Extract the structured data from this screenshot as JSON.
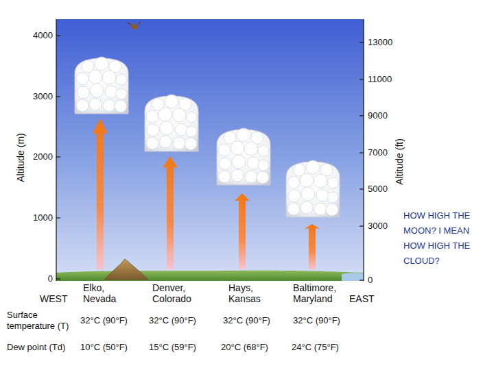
{
  "diagram": {
    "labels": [
      "4000",
      "3000",
      "2000",
      "1000",
      "0",
      "Altitude (m)",
      "13000",
      "11000",
      "9000",
      "7000",
      "5000",
      "3000",
      "0",
      "Altitude (ft)",
      "Elko, Nevada",
      "Denver, Colorado",
      "Hays, Kansas",
      "Baltimore, Maryland",
      "WEST",
      "EAST",
      "Surface temperature (T)",
      "32°C (90°F)",
      "32°C (90°F)",
      "32°C (90°F)",
      "32°C (90°F)",
      "Dew point (Td)",
      "10°C (50°F)",
      "15°C (59°F)",
      "20°C (68°F)",
      "24°C (75°F)",
      "HOW HIGH THE MOON? I MEAN HOW HIGH THE CLOUD?"
    ]
  }
}
